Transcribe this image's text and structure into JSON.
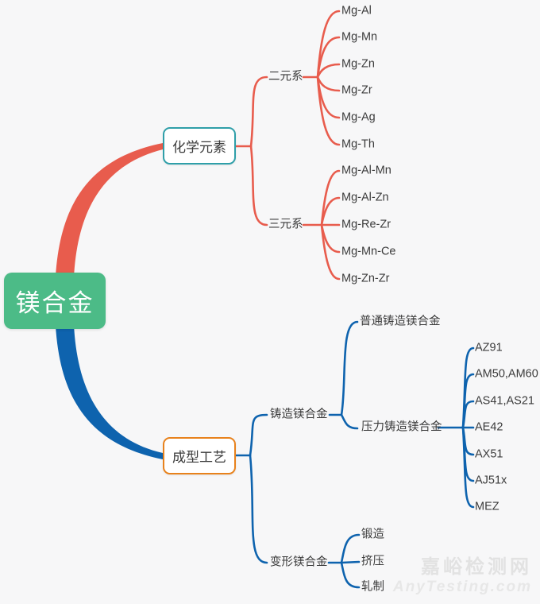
{
  "map": {
    "root": {
      "label": "镁合金"
    },
    "chem": {
      "label": "化学元素",
      "binary": {
        "label": "二元系",
        "items": [
          "Mg-Al",
          "Mg-Mn",
          "Mg-Zn",
          "Mg-Zr",
          "Mg-Ag",
          "Mg-Th"
        ]
      },
      "ternary": {
        "label": "三元系",
        "items": [
          "Mg-Al-Mn",
          "Mg-Al-Zn",
          "Mg-Re-Zr",
          "Mg-Mn-Ce",
          "Mg-Zn-Zr"
        ]
      }
    },
    "process": {
      "label": "成型工艺",
      "cast": {
        "label": "铸造镁合金",
        "ordinary": {
          "label": "普通铸造镁合金"
        },
        "pressure": {
          "label": "压力铸造镁合金",
          "items": [
            "AZ91",
            "AM50,AM60",
            "AS41,AS21",
            "AE42",
            "AX51",
            "AJ51x",
            "MEZ"
          ]
        }
      },
      "wrought": {
        "label": "变形镁合金",
        "items": [
          "锻造",
          "挤压",
          "轧制"
        ]
      }
    }
  },
  "watermark": {
    "site_cn": "嘉峪检测网",
    "site_en": "AnyTesting.com"
  },
  "colors": {
    "root_bg": "#4cbb87",
    "branch_red": "#e85c4d",
    "branch_blue": "#0e63ae",
    "chem_border": "#2f9fa9",
    "process_border": "#e8821c",
    "text": "#3b3b3b",
    "background": "#f7f7f8",
    "watermark": "#e2e2e2"
  }
}
